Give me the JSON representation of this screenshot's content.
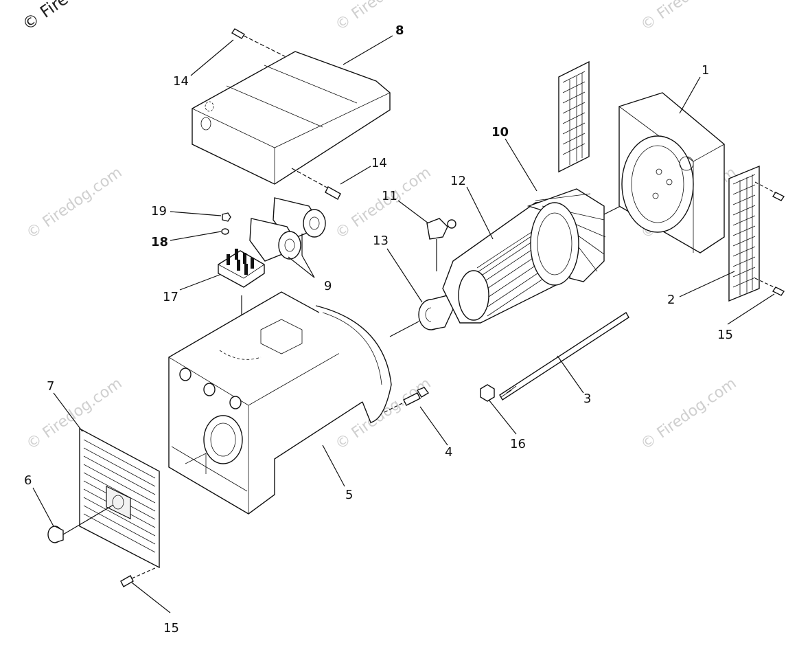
{
  "watermark": {
    "corner_text": "© Fire",
    "repeat_text": "© Firedog.com"
  },
  "callouts": {
    "c1": "1",
    "c2": "2",
    "c3": "3",
    "c4": "4",
    "c5": "5",
    "c6": "6",
    "c7": "7",
    "c8": "8",
    "c9": "9",
    "c10": "10",
    "c11": "11",
    "c12": "12",
    "c13": "13",
    "c14a": "14",
    "c14b": "14",
    "c15a": "15",
    "c15b": "15",
    "c16": "16",
    "c17": "17",
    "c18": "18",
    "c19": "19"
  }
}
